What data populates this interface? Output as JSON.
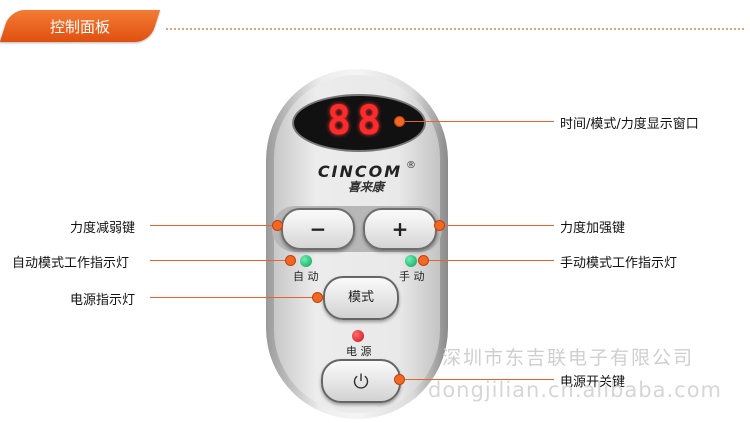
{
  "header": {
    "tab_label": "控制面板"
  },
  "remote": {
    "display_value": "88",
    "brand": "CINCOM",
    "brand_cn": "喜来康",
    "registered_mark": "®",
    "minus_label": "−",
    "plus_label": "+",
    "auto_label": "自 动",
    "manual_label": "手 动",
    "mode_label": "模式",
    "power_label": "电 源",
    "power_icon": "power-icon"
  },
  "callouts": {
    "display": "时间/模式/力度显示窗口",
    "decrease": "力度减弱键",
    "increase": "力度加强键",
    "auto_indicator": "自动模式工作指示灯",
    "manual_indicator": "手动模式工作指示灯",
    "power_indicator": "电源指示灯",
    "power_switch": "电源开关键"
  },
  "watermark": {
    "line1": "深圳市东吉联电子有限公司",
    "line2": "dongjilian.cn.alibaba.com"
  },
  "colors": {
    "accent": "#f26722",
    "digit_red": "#ff2a2a",
    "led_green": "#0c9e5a",
    "led_red": "#cc1020"
  }
}
